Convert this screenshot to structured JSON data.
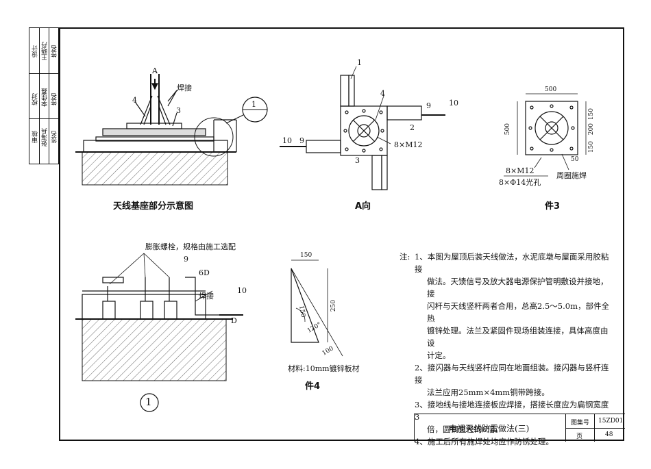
{
  "stamp": {
    "col1": [
      "审核",
      "校对",
      "设计"
    ],
    "col2": [
      "张海兵",
      "李佳鑫",
      "王晓丹"
    ],
    "col3": [
      "签名",
      "签名",
      "签名"
    ]
  },
  "fig1": {
    "caption": "天线基座部分示意图",
    "label_a": "A",
    "label_weld": "焊接",
    "label_4": "4",
    "label_3": "3",
    "detail_num": "1"
  },
  "figA": {
    "caption": "A向",
    "label_1": "1",
    "label_4": "4",
    "label_9a": "9",
    "label_10a": "10",
    "label_2": "2",
    "label_bolt": "8×M12",
    "label_10b": "10",
    "label_9b": "9",
    "label_3": "3"
  },
  "fig3": {
    "caption": "件3",
    "dim_top": "500",
    "dim_left": "500",
    "dim_r1": "150",
    "dim_r2": "200",
    "dim_r3": "150",
    "dim_50": "50",
    "bolt": "8×M12",
    "hole": "8×Φ14光孔",
    "weld": "周圈施焊"
  },
  "detail1": {
    "anchor": "膨胀螺栓，规格由施工选配",
    "label_9": "9",
    "label_6d": "6D",
    "label_weld": "焊接",
    "label_10": "10",
    "label_d": "D",
    "circle_num": "1"
  },
  "fig4": {
    "caption": "件4",
    "dim_top": "150",
    "dim_right": "250",
    "dim_diag": "150",
    "angle": "120°",
    "dim_bottom": "100",
    "material": "材料:10mm镀锌板材"
  },
  "notes": {
    "prefix": "注:",
    "items": [
      [
        "1、本图为屋顶后装天线做法，水泥底墩与屋面采用胶粘接",
        "做法。天馈信号及放大器电源保护管明敷设并接地，接",
        "闪杆与天线竖杆两者合用，总高2.5～5.0m，部件全热",
        "镀锌处理。法兰及紧固件现场组装连接，具体高度由设",
        "计定。"
      ],
      [
        "2、接闪器与天线竖杆应同在地面组装。接闪器与竖杆连接",
        "法兰应用25mm×4mm铜带跨接。"
      ],
      [
        "3、接地线与接地连接板应焊接，搭接长度应为扁钢宽度3",
        "倍，圆钢直径的6倍。"
      ],
      [
        "4、施工后所有施焊处均应作防锈处理。"
      ]
    ]
  },
  "titleblock": {
    "title": "电视天线防雷做法(三)",
    "atlas_label": "图集号",
    "atlas_value": "15ZD01",
    "page_label": "页",
    "page_value": "48"
  }
}
